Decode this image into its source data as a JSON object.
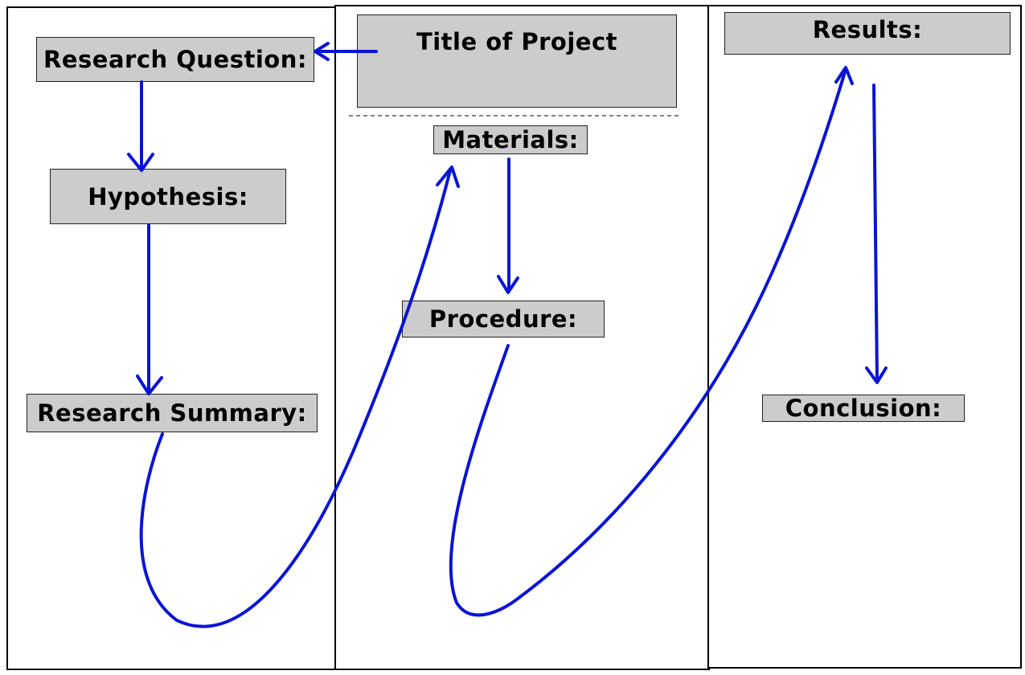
{
  "board": {
    "title_box": "Title of Project",
    "left_panel": {
      "research_question": "Research Question:",
      "hypothesis": "Hypothesis:",
      "research_summary": "Research Summary:"
    },
    "center_panel": {
      "materials": "Materials:",
      "procedure": "Procedure:"
    },
    "right_panel": {
      "results": "Results:",
      "conclusion": "Conclusion:"
    }
  },
  "colors": {
    "arrow": "#0a14d6",
    "box_fill": "#cccccc",
    "border": "#000000"
  }
}
